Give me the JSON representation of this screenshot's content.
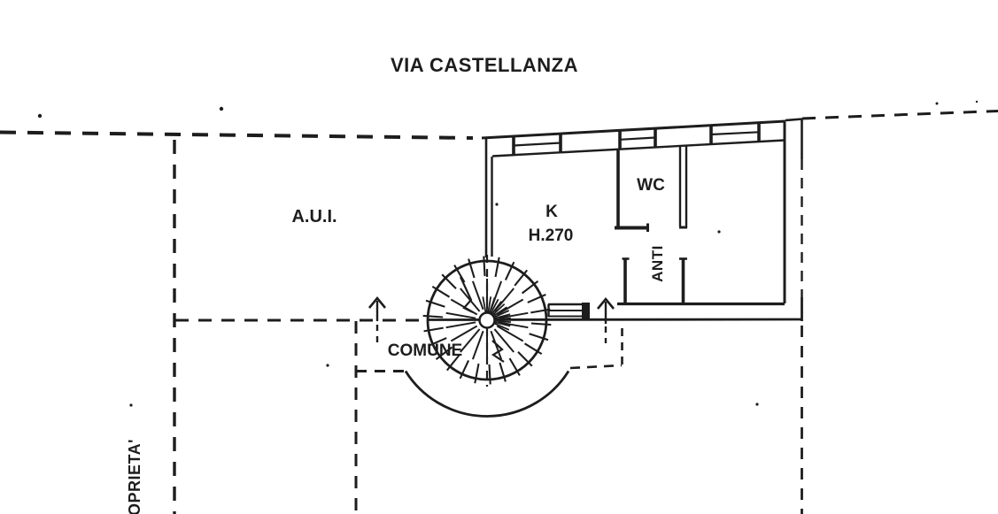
{
  "plan": {
    "street_label": "VIA CASTELLANZA",
    "rooms": {
      "aui": "A.U.I.",
      "kitchen": "K",
      "kitchen_height": "H.270",
      "wc": "WC",
      "anteroom": "ANTI",
      "common_area": "COMUNE"
    },
    "boundary_label": "OPRIETA'",
    "ink_color": "#1d1d1d",
    "paper_color": "#ffffff"
  }
}
